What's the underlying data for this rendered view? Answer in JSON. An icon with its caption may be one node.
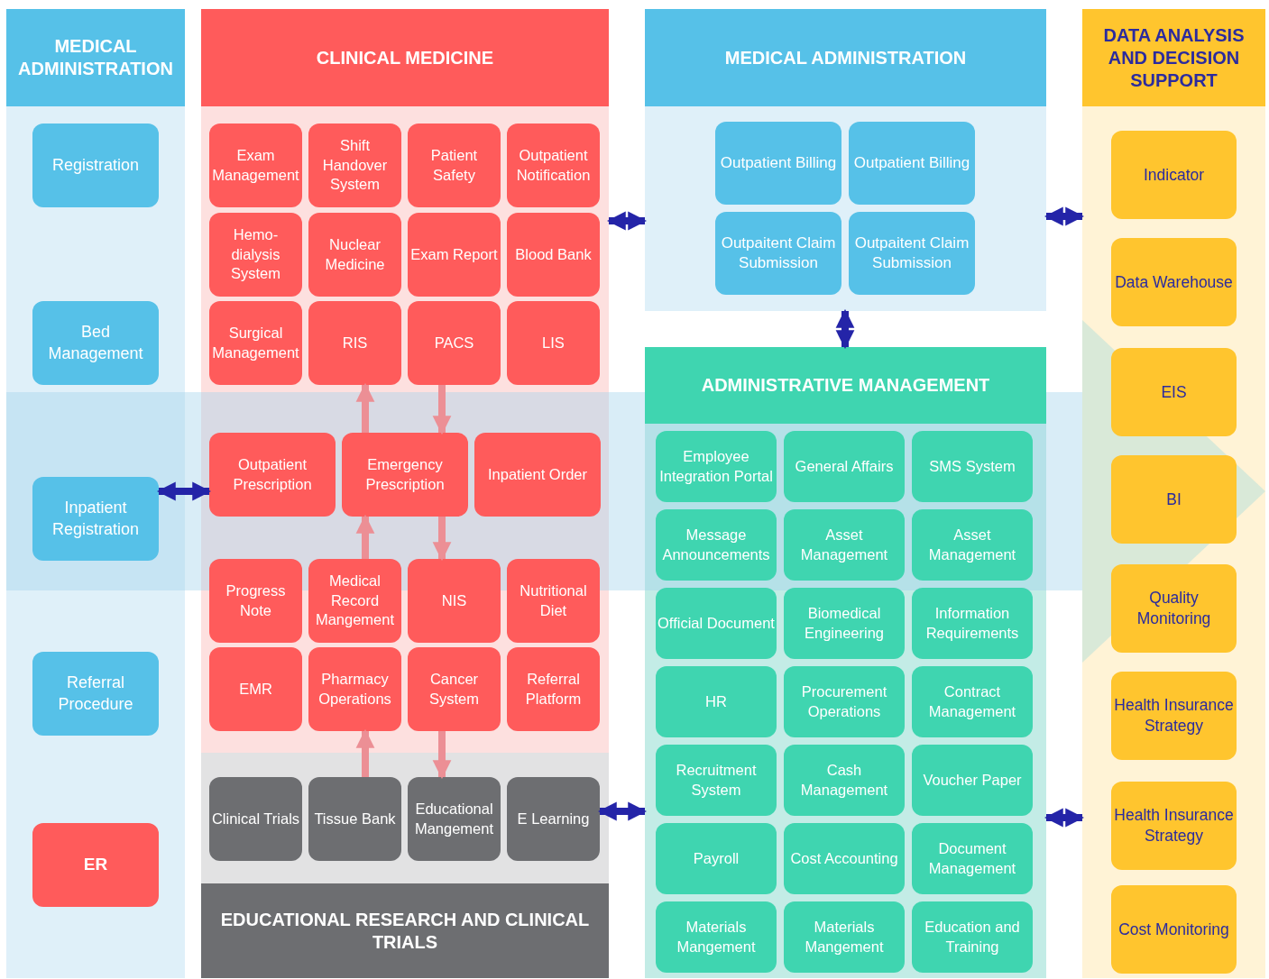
{
  "diagram": {
    "nodes": [
      {
        "text": [
          "MEDICAL ADMINISTRATION"
        ]
      },
      {
        "text": [
          "Registration"
        ],
        "in": 0
      },
      {
        "text": [
          "Bed Management"
        ],
        "in": 0
      },
      {
        "text": [
          "Inpatient Registration"
        ],
        "in": 0
      },
      {
        "text": [
          "Referral Procedure"
        ],
        "in": 0
      },
      {
        "text": [
          "ER"
        ],
        "in": 0
      },
      {
        "text": [
          "CLINICAL MEDICINE"
        ]
      },
      {
        "text": [
          "Exam Management"
        ],
        "in": 6
      },
      {
        "text": [
          "Shift Handover System"
        ],
        "in": 6
      },
      {
        "text": [
          "Patient Safety"
        ],
        "in": 6
      },
      {
        "text": [
          "Outpatient Notification"
        ],
        "in": 6
      },
      {
        "text": [
          "Hemo- dialysis System"
        ],
        "in": 6
      },
      {
        "text": [
          "Nuclear Medicine"
        ],
        "in": 6
      },
      {
        "text": [
          "Exam Report"
        ],
        "in": 6
      },
      {
        "text": [
          "Blood Bank"
        ],
        "in": 6
      },
      {
        "text": [
          "Surgical Management"
        ],
        "in": 6
      },
      {
        "text": [
          "RIS"
        ],
        "in": 6
      },
      {
        "text": [
          "PACS"
        ],
        "in": 6
      },
      {
        "text": [
          "LIS"
        ],
        "in": 6
      },
      {
        "text": [
          "Outpatient Prescription"
        ],
        "in": 6
      },
      {
        "text": [
          "Emergency Prescription"
        ],
        "in": 6
      },
      {
        "text": [
          "Inpatient Order"
        ],
        "in": 6
      },
      {
        "text": [
          "Progress Note"
        ],
        "in": 6
      },
      {
        "text": [
          "Medical Record Mangement"
        ],
        "in": 6
      },
      {
        "text": [
          "NIS"
        ],
        "in": 6
      },
      {
        "text": [
          "Nutritional Diet"
        ],
        "in": 6
      },
      {
        "text": [
          "EMR"
        ],
        "in": 6
      },
      {
        "text": [
          "Pharmacy Operations"
        ],
        "in": 6
      },
      {
        "text": [
          "Cancer System"
        ],
        "in": 6
      },
      {
        "text": [
          "Referral Platform"
        ],
        "in": 6
      },
      {
        "text": [
          "EDUCATIONAL RESEARCH AND CLINICAL TRIALS"
        ]
      },
      {
        "text": [
          "Clinical Trials"
        ],
        "in": 30
      },
      {
        "text": [
          "Tissue Bank"
        ],
        "in": 30
      },
      {
        "text": [
          "Educational Mangement"
        ],
        "in": 30
      },
      {
        "text": [
          "E Learning"
        ],
        "in": 30
      },
      {
        "text": [
          "MEDICAL ADMINISTRATION"
        ]
      },
      {
        "text": [
          "Outpatient Billing"
        ],
        "in": 35
      },
      {
        "text": [
          "Outpatient Billing"
        ],
        "in": 35
      },
      {
        "text": [
          "Outpaitent Claim Submission"
        ],
        "in": 35
      },
      {
        "text": [
          "Outpaitent Claim Submission"
        ],
        "in": 35
      },
      {
        "text": [
          "ADMINISTRATIVE MANAGEMENT"
        ]
      },
      {
        "text": [
          "Employee Integration Portal"
        ],
        "in": 40
      },
      {
        "text": [
          "General Affairs"
        ],
        "in": 40
      },
      {
        "text": [
          "SMS System"
        ],
        "in": 40
      },
      {
        "text": [
          "Message Announcements"
        ],
        "in": 40
      },
      {
        "text": [
          "Asset Management"
        ],
        "in": 40
      },
      {
        "text": [
          "Asset Management"
        ],
        "in": 40
      },
      {
        "text": [
          "Official Document"
        ],
        "in": 40
      },
      {
        "text": [
          "Biomedical Engineering"
        ],
        "in": 40
      },
      {
        "text": [
          "Information Requirements"
        ],
        "in": 40
      },
      {
        "text": [
          "HR"
        ],
        "in": 40
      },
      {
        "text": [
          "Procurement Operations"
        ],
        "in": 40
      },
      {
        "text": [
          "Contract Management"
        ],
        "in": 40
      },
      {
        "text": [
          "Recruitment System"
        ],
        "in": 40
      },
      {
        "text": [
          "Cash Management"
        ],
        "in": 40
      },
      {
        "text": [
          "Voucher Paper"
        ],
        "in": 40
      },
      {
        "text": [
          "Payroll"
        ],
        "in": 40
      },
      {
        "text": [
          "Cost Accounting"
        ],
        "in": 40
      },
      {
        "text": [
          "Document Management"
        ],
        "in": 40
      },
      {
        "text": [
          "Materials Mangement"
        ],
        "in": 40
      },
      {
        "text": [
          "Materials Mangement"
        ],
        "in": 40
      },
      {
        "text": [
          "Education and Training"
        ],
        "in": 40
      },
      {
        "text": [
          "DATA ANALYSIS AND DECISION SUPPORT"
        ]
      },
      {
        "text": [
          "Indicator"
        ],
        "in": 62
      },
      {
        "text": [
          "Data Warehouse"
        ],
        "in": 62
      },
      {
        "text": [
          "EIS"
        ],
        "in": 62
      },
      {
        "text": [
          "BI"
        ],
        "in": 62
      },
      {
        "text": [
          "Quality Monitoring"
        ],
        "in": 62
      },
      {
        "text": [
          "Health Insurance Strategy"
        ],
        "in": 62
      },
      {
        "text": [
          "Health Insurance Strategy"
        ],
        "in": 62
      },
      {
        "text": [
          "Cost Monitoring"
        ],
        "in": 62
      }
    ],
    "edges": [
      {
        "from": 3,
        "to": 19,
        "arrow": "both",
        "color": "#2424a8"
      },
      {
        "from": 6,
        "to": 35,
        "arrow": "both",
        "color": "#2424a8"
      },
      {
        "from": 35,
        "to": 62,
        "arrow": "both",
        "color": "#2424a8"
      },
      {
        "from": 35,
        "to": 40,
        "arrow": "both",
        "color": "#2424a8"
      },
      {
        "from": 34,
        "to": 40,
        "arrow": "both",
        "color": "#2424a8"
      },
      {
        "from": 40,
        "to": 62,
        "arrow": "both",
        "color": "#2424a8"
      },
      {
        "from": 20,
        "to": 16,
        "arrow": "to",
        "color": "#ec8f95"
      },
      {
        "from": 17,
        "to": 20,
        "arrow": "to",
        "color": "#ec8f95"
      },
      {
        "from": 23,
        "to": 20,
        "arrow": "to",
        "color": "#ec8f95"
      },
      {
        "from": 20,
        "to": 24,
        "arrow": "to",
        "color": "#ec8f95"
      },
      {
        "from": 32,
        "to": 27,
        "arrow": "to",
        "color": "#ec8f95"
      },
      {
        "from": 28,
        "to": 33,
        "arrow": "to",
        "color": "#ec8f95"
      }
    ]
  }
}
